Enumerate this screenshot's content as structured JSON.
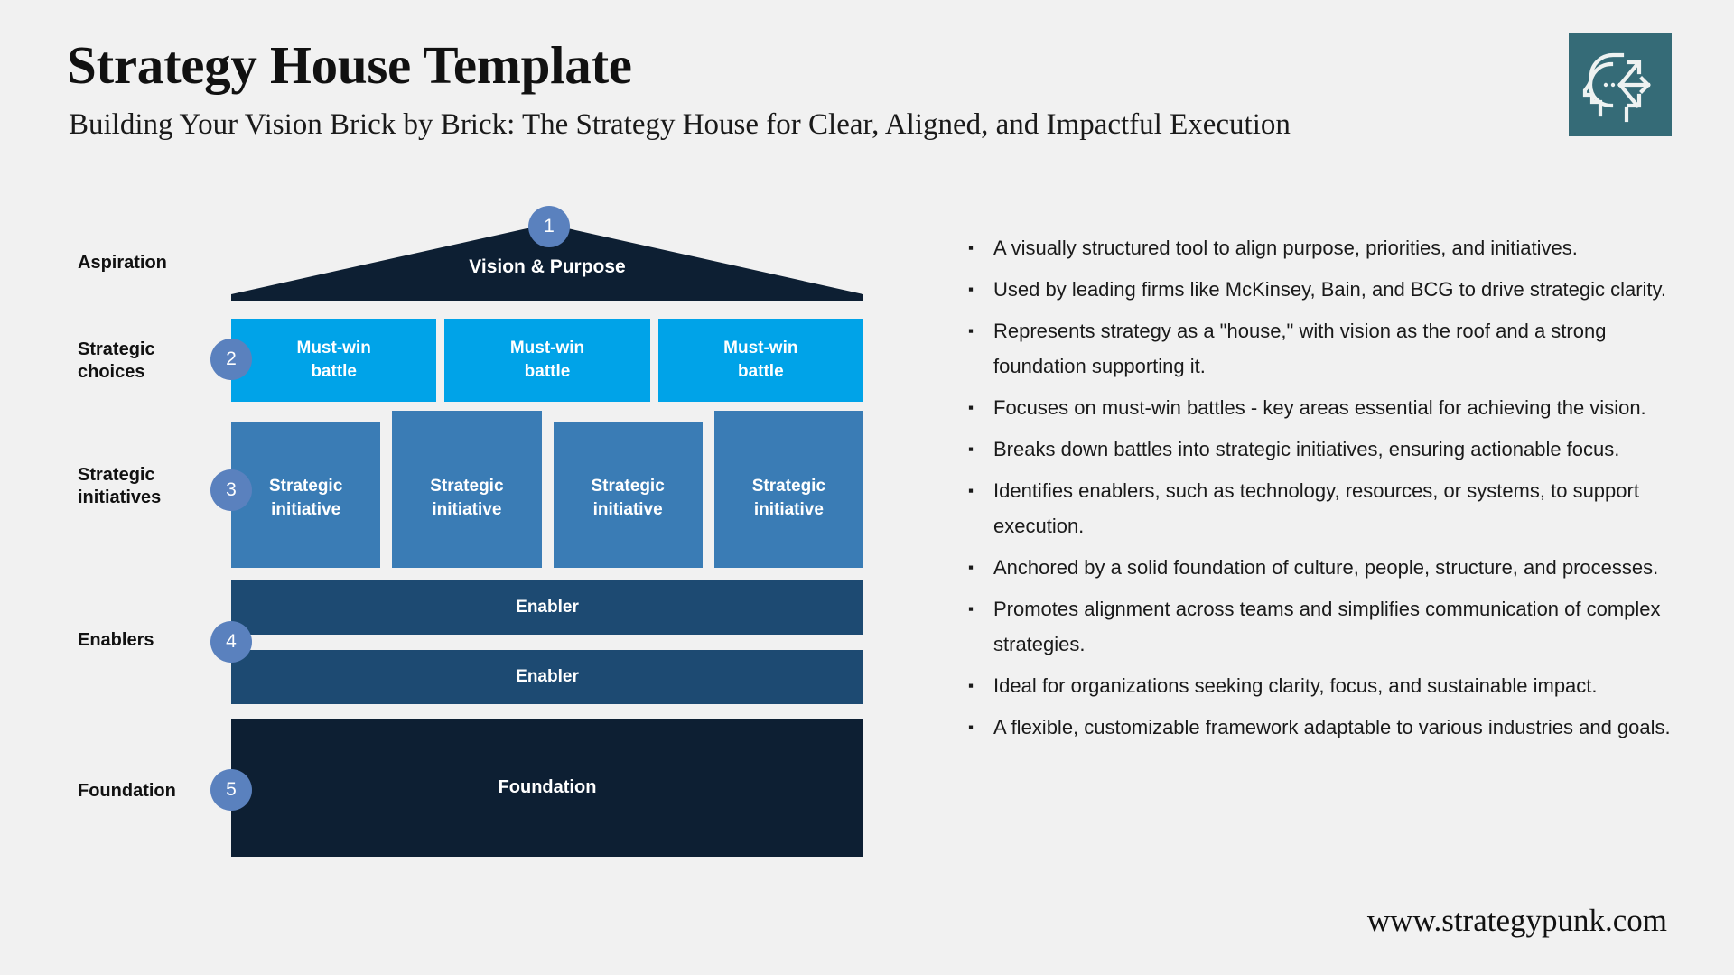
{
  "header": {
    "title": "Strategy House Template",
    "subtitle": "Building Your Vision Brick by Brick: The Strategy House for Clear, Aligned, and Impactful Execution",
    "logo_icon": "head-with-arrows-icon",
    "logo_color": "#356b77"
  },
  "colors": {
    "background": "#f1f1f1",
    "roof": "#0d1f33",
    "battle": "#00a3e8",
    "initiative": "#3a7cb5",
    "enabler": "#1d4a72",
    "foundation": "#0d1f33",
    "badge": "#5a81be"
  },
  "row_labels": {
    "aspiration": "Aspiration",
    "strategic_choices_line1": "Strategic",
    "strategic_choices_line2": "choices",
    "strategic_initiatives_line1": "Strategic",
    "strategic_initiatives_line2": "initiatives",
    "enablers": "Enablers",
    "foundation": "Foundation"
  },
  "badges": {
    "one": "1",
    "two": "2",
    "three": "3",
    "four": "4",
    "five": "5"
  },
  "house": {
    "roof_label": "Vision & Purpose",
    "battles": [
      "Must-win\nbattle",
      "Must-win\nbattle",
      "Must-win\nbattle"
    ],
    "initiatives": [
      "Strategic\ninitiative",
      "Strategic\ninitiative",
      "Strategic\ninitiative",
      "Strategic\ninitiative"
    ],
    "enablers": [
      "Enabler",
      "Enabler"
    ],
    "foundation_label": "Foundation"
  },
  "bullets": {
    "marker": "▪",
    "items": [
      "A visually structured tool to align purpose, priorities, and initiatives.",
      "Used by leading firms like McKinsey, Bain, and BCG to drive strategic clarity.",
      "Represents strategy as a \"house,\" with vision as the roof and a strong foundation supporting it.",
      "Focuses on must-win battles - key areas essential for achieving the vision.",
      "Breaks down battles into strategic initiatives, ensuring actionable focus.",
      "Identifies enablers, such as technology, resources, or systems, to support execution.",
      "Anchored by a solid foundation of culture, people, structure, and processes.",
      "Promotes alignment across teams and simplifies communication of complex strategies.",
      "Ideal for organizations seeking clarity, focus, and sustainable impact.",
      "A flexible, customizable framework adaptable to various industries and goals."
    ]
  },
  "footer": {
    "website": "www.strategypunk.com"
  }
}
